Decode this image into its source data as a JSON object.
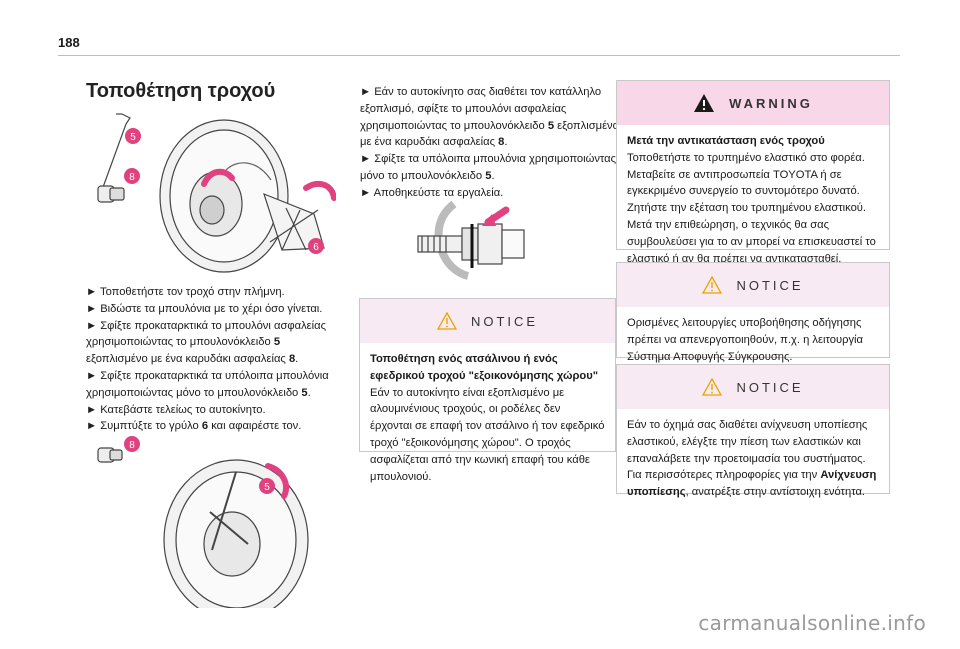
{
  "page_number": "188",
  "title": "Τοποθέτηση τροχού",
  "left_column": {
    "steps": [
      "Τοποθετήστε τον τροχό στην πλήμνη.",
      "Βιδώστε τα μπουλόνια με το χέρι όσο γίνεται.",
      "Σφίξτε προκαταρκτικά το μπουλόνι ασφαλείας χρησιμοποιώντας το μπουλονόκλειδο ",
      "Σφίξτε προκαταρκτικά τα υπόλοιπα μπουλόνια χρησιμοποιώντας μόνο το μπουλονόκλειδο ",
      "Κατεβάστε τελείως το αυτοκίνητο.",
      "Συμπτύξτε το γρύλο "
    ],
    "step3_ref1": "5",
    "step3_mid": " εξοπλισμένο με ένα καρυδάκι ασφαλείας ",
    "step3_ref2": "8",
    "step3_end": ".",
    "step4_ref": "5",
    "step4_end": ".",
    "step6_ref": "6",
    "step6_end": " και αφαιρέστε τον."
  },
  "middle_column": {
    "steps": [
      "Εάν το αυτοκίνητο σας διαθέτει τον κατάλληλο εξοπλισμό, σφίξτε το μπουλόνι ασφαλείας χρησιμοποιώντας το μπουλονόκλειδο ",
      "Σφίξτε τα υπόλοιπα μπουλόνια χρησιμοποιώντας μόνο το μπουλονόκλειδο ",
      "Αποθηκεύστε τα εργαλεία."
    ],
    "step1_ref1": "5",
    "step1_mid": " εξοπλισμένο με ένα καρυδάκι ασφαλείας ",
    "step1_ref2": "8",
    "step1_end": ".",
    "step2_ref": "5",
    "step2_end": "."
  },
  "figure_labels": {
    "top_5": "5",
    "top_8": "8",
    "top_6": "6",
    "bottom_8": "8",
    "bottom_5": "5"
  },
  "notice_middle": {
    "label": "NOTICE",
    "title": "Τοποθέτηση ενός ατσάλινου ή ενός εφεδρικού τροχού \"εξοικονόμησης χώρου\"",
    "text": "Εάν το αυτοκίνητο είναι εξοπλισμένο με αλουμινένιους τροχούς, οι ροδέλες δεν έρχονται σε επαφή τον ατσάλινο ή τον εφεδρικό τροχό \"εξοικονόμησης χώρου\". Ο τροχός ασφαλίζεται από την κωνική επαφή του κάθε μπουλονιού."
  },
  "warning": {
    "label": "WARNING",
    "title": "Μετά την αντικατάσταση ενός τροχού",
    "text": "Τοποθετήστε το τρυπημένο ελαστικό στο φορέα. Μεταβείτε σε αντιπροσωπεία TOYOTA ή σε εγκεκριμένο συνεργείο το συντομότερο δυνατό. Ζητήστε την εξέταση του τρυπημένου ελαστικού. Μετά την επιθεώρηση, ο τεχνικός θα σας συμβουλεύσει για το αν μπορεί να επισκευαστεί το ελαστικό ή αν θα πρέπει να αντικατασταθεί."
  },
  "notice_right_1": {
    "label": "NOTICE",
    "text": "Ορισμένες λειτουργίες υποβοήθησης οδήγησης πρέπει να απενεργοποιηθούν, π.χ. η λειτουργία Σύστημα Αποφυγής Σύγκρουσης."
  },
  "notice_right_2": {
    "label": "NOTICE",
    "text_before": "Εάν το όχημά σας διαθέτει ανίχνευση υποπίεσης ελαστικού, ελέγξτε την πίεση των ελαστικών και επαναλάβετε την προετοιμασία του συστήματος. Για περισσότερες πληροφορίες για την ",
    "text_bold": "Ανίχνευση υποπίεσης",
    "text_after": ", ανατρέξτε στην αντίστοιχη ενότητα."
  },
  "watermark": "carmanualsonline.info",
  "colors": {
    "accent_pink": "#e0417f",
    "notice_header": "#f8eaf2",
    "warning_header": "#f7d7e8",
    "warning_icon": "#1a1a1a",
    "notice_icon": "#e8a400"
  }
}
